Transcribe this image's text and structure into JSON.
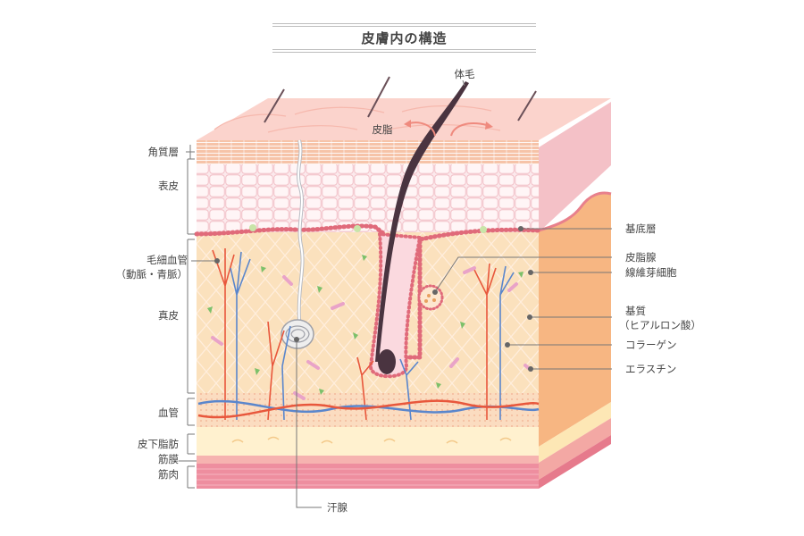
{
  "title": "皮膚内の構造",
  "labels": {
    "hair": "体毛",
    "sebum": "皮脂",
    "stratum_corneum": "角質層",
    "epidermis": "表皮",
    "capillary_line1": "毛細血管",
    "capillary_line2": "（動脈・青脈）",
    "dermis": "真皮",
    "blood_vessel": "血管",
    "subcutaneous_fat": "皮下脂肪",
    "fascia": "筋膜",
    "muscle": "筋肉",
    "basal_layer": "基底層",
    "sebaceous_gland": "皮脂腺",
    "fibroblast": "線維芽細胞",
    "matrix_line1": "基質",
    "matrix_line2": "（ヒアルロン酸）",
    "collagen": "コラーゲン",
    "elastin": "エラスチン",
    "sweat_gland": "汗腺"
  },
  "colors": {
    "epidermis": "#f8d0d4",
    "dermis": "#fbe3c2",
    "fat": "#fff1cf",
    "muscle": "#ee8e9f",
    "side_dermis": "#f7b682",
    "artery": "#e8573c",
    "vein": "#5a86cc",
    "hair": "#4a3440",
    "leader": "#777777"
  }
}
